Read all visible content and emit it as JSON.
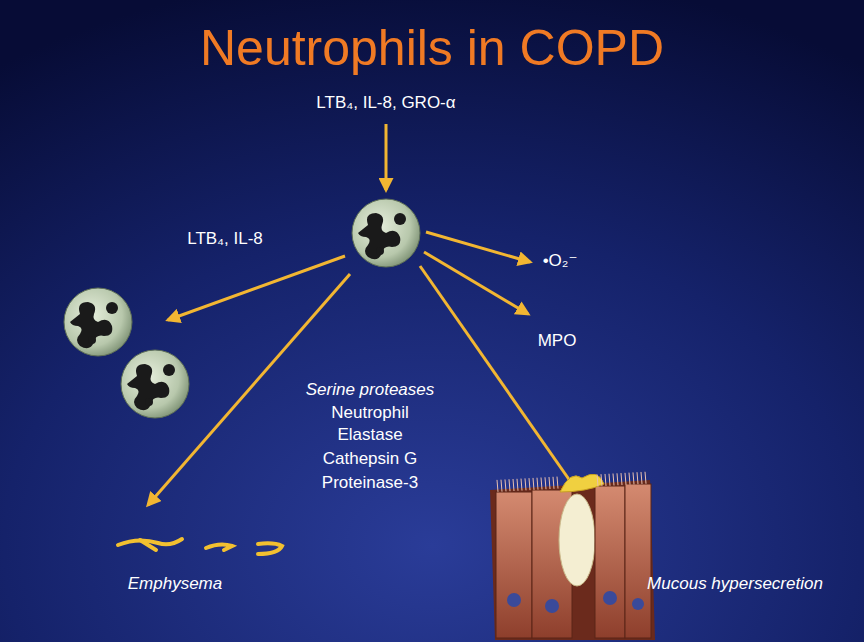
{
  "diagram": {
    "title": "Neutrophils in COPD",
    "labels": [
      "LTB₄, IL-8, GRO-α",
      "LTB₄, IL-8",
      "•O₂⁻",
      "MPO",
      "Serine proteases",
      "Neutrophil Elastase",
      "Cathepsin G",
      "Proteinase-3",
      "Emphysema",
      "Mucous hypersecretion"
    ]
  }
}
